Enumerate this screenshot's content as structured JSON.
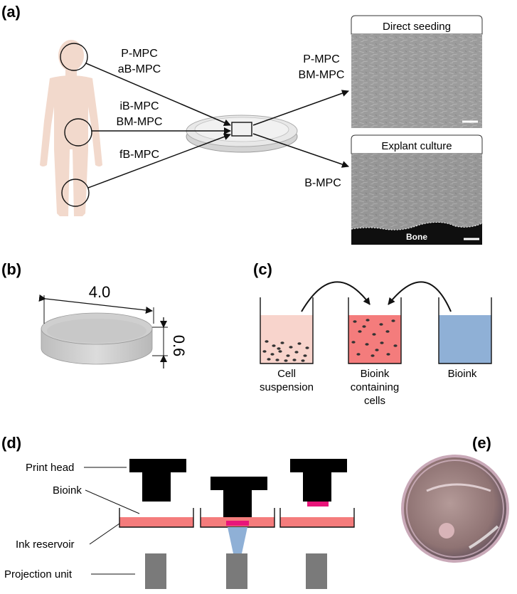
{
  "panel_labels": {
    "a": "(a)",
    "b": "(b)",
    "c": "(c)",
    "d": "(d)",
    "e": "(e)"
  },
  "panel_a": {
    "source_labels": [
      {
        "line1": "P-MPC",
        "line2": "aB-MPC"
      },
      {
        "line1": "iB-MPC",
        "line2": "BM-MPC"
      },
      {
        "line1": "fB-MPC",
        "line2": ""
      }
    ],
    "out_top": {
      "line1": "P-MPC",
      "line2": "BM-MPC"
    },
    "out_bottom": "B-MPC",
    "micro_top_title": "Direct seeding",
    "micro_bottom_title": "Explant culture",
    "bone_label": "Bone"
  },
  "panel_b": {
    "diameter": "4.0",
    "height": "0.6"
  },
  "panel_c": {
    "well1": {
      "line1": "Cell",
      "line2": "suspension"
    },
    "well2": {
      "line1": "Bioink",
      "line2": "containing",
      "line3": "cells"
    },
    "well3": {
      "line1": "Bioink"
    }
  },
  "panel_d": {
    "print_head": "Print head",
    "bioink": "Bioink",
    "ink_reservoir": "Ink reservoir",
    "projection_unit": "Projection unit"
  },
  "colors": {
    "body": "#f2d9cc",
    "bioink_red": "#f47c7c",
    "bioink_blue": "#8fb0d6",
    "cell_susp": "#f8d4cc",
    "magenta": "#e8157a",
    "projection": "#7a7a7a"
  }
}
